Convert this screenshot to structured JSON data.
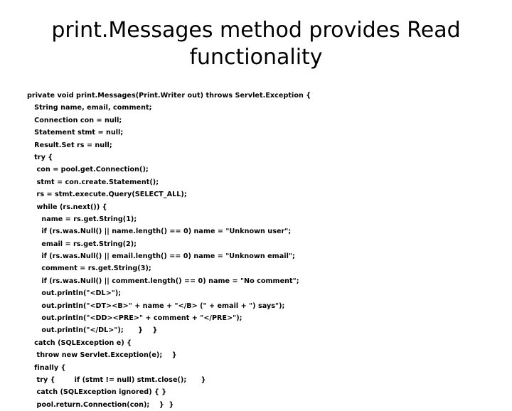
{
  "slide": {
    "title": "print.Messages method provides Read functionality",
    "background_color": "#ffffff",
    "text_color": "#000000",
    "code_lines": [
      "private void print.Messages(Print.Writer out) throws Servlet.Exception {",
      "   String name, email, comment;",
      "   Connection con = null;",
      "   Statement stmt = null;",
      "   Result.Set rs = null;",
      "   try {",
      "    con = pool.get.Connection();",
      "    stmt = con.create.Statement();",
      "    rs = stmt.execute.Query(SELECT_ALL);",
      "    while (rs.next()) {",
      "      name = rs.get.String(1);",
      "      if (rs.was.Null() || name.length() == 0) name = \"Unknown user\";",
      "      email = rs.get.String(2);",
      "      if (rs.was.Null() || email.length() == 0) name = \"Unknown email\";",
      "      comment = rs.get.String(3);",
      "      if (rs.was.Null() || comment.length() == 0) name = \"No comment\";",
      "      out.println(\"<DL>\");",
      "      out.println(\"<DT><B>\" + name + \"</B> (\" + email + \") says\");",
      "      out.println(\"<DD><PRE>\" + comment + \"</PRE>\");",
      "      out.println(\"</DL>\");      }    }",
      "   catch (SQLException e) {",
      "    throw new Servlet.Exception(e);    }",
      "   finally {",
      "    try {        if (stmt != null) stmt.close();      }",
      "    catch (SQLException ignored) { }",
      "    pool.return.Connection(con);    }  }"
    ]
  }
}
